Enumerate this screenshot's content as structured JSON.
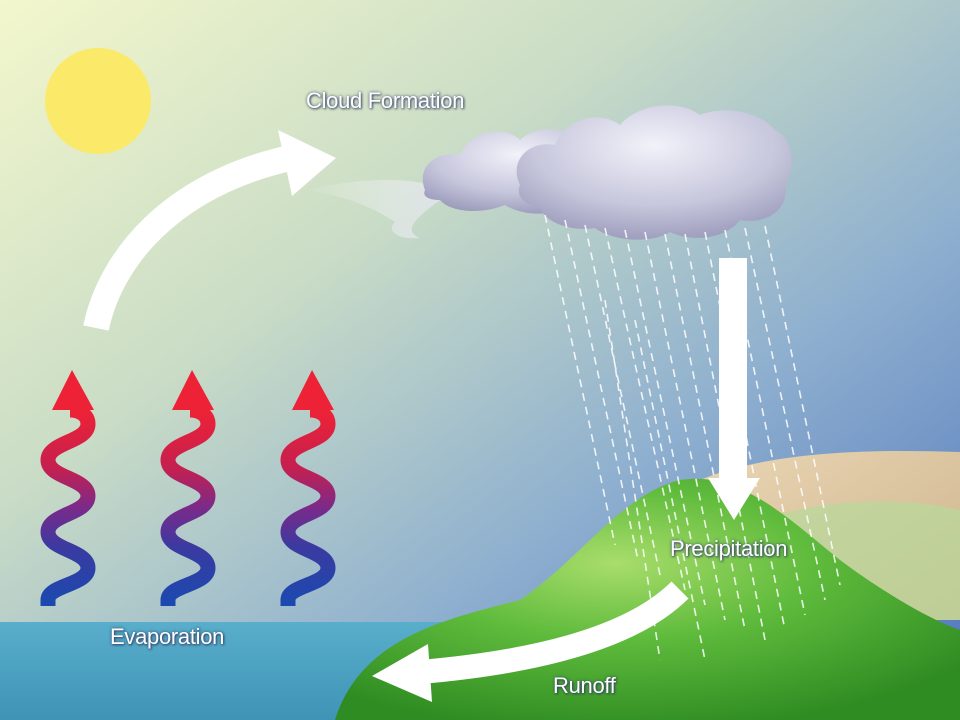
{
  "labels": {
    "cloud_formation": "Cloud Formation",
    "precipitation": "Precipitation",
    "evaporation": "Evaporation",
    "runoff": "Runoff"
  },
  "colors": {
    "sky_top_left": "#f0f5c8",
    "sky_bottom_right": "#5a7fc0",
    "sun": "#fbe96a",
    "water": "#4fa6c4",
    "hill_green": "#5cb83a",
    "hill_tan": "#e0c9a6",
    "arrow_white": "#ffffff",
    "wave_red": "#e8203a",
    "wave_purple": "#6a2a86",
    "wave_blue": "#1a4aa8",
    "cloud": "#c8c8de"
  },
  "icons": [
    "sun-icon",
    "cloud-icon",
    "rain-streaks",
    "evaporation-wave-icon",
    "process-arrow"
  ]
}
